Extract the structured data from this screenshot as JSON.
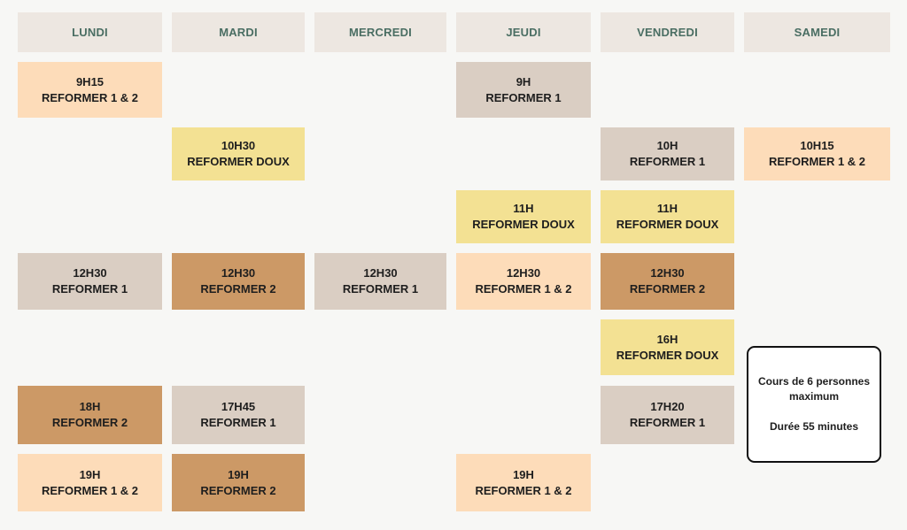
{
  "days": [
    "LUNDI",
    "MARDI",
    "MERCREDI",
    "JEUDI",
    "VENDREDI",
    "SAMEDI"
  ],
  "colors": {
    "peach": "#fddcb9",
    "grey": "#dacec3",
    "yellow": "#f3e193",
    "brown": "#cc9966",
    "day_header": "#ede7e1",
    "day_text": "#4a6e63"
  },
  "classes": {
    "lundi_915": {
      "time": "9H15",
      "name": "REFORMER 1 & 2"
    },
    "jeudi_9": {
      "time": "9H",
      "name": "REFORMER 1"
    },
    "mardi_1030": {
      "time": "10H30",
      "name": "REFORMER DOUX"
    },
    "vendredi_10": {
      "time": "10H",
      "name": "REFORMER 1"
    },
    "samedi_1015": {
      "time": "10H15",
      "name": "REFORMER 1 & 2"
    },
    "jeudi_11": {
      "time": "11H",
      "name": "REFORMER DOUX"
    },
    "vendredi_11": {
      "time": "11H",
      "name": "REFORMER DOUX"
    },
    "lundi_1230": {
      "time": "12H30",
      "name": "REFORMER 1"
    },
    "mardi_1230": {
      "time": "12H30",
      "name": "REFORMER 2"
    },
    "mercredi_1230": {
      "time": "12H30",
      "name": "REFORMER 1"
    },
    "jeudi_1230": {
      "time": "12H30",
      "name": "REFORMER 1 & 2"
    },
    "vendredi_1230": {
      "time": "12H30",
      "name": "REFORMER 2"
    },
    "vendredi_16": {
      "time": "16H",
      "name": "REFORMER DOUX"
    },
    "lundi_18": {
      "time": "18H",
      "name": "REFORMER 2"
    },
    "mardi_1745": {
      "time": "17H45",
      "name": "REFORMER 1"
    },
    "vendredi_1720": {
      "time": "17H20",
      "name": "REFORMER 1"
    },
    "lundi_19": {
      "time": "19H",
      "name": "REFORMER 1 & 2"
    },
    "mardi_19": {
      "time": "19H",
      "name": "REFORMER 2"
    },
    "jeudi_19": {
      "time": "19H",
      "name": "REFORMER 1 & 2"
    }
  },
  "info": {
    "line1": "Cours de 6 personnes",
    "line2": "maximum",
    "line3": "Durée 55 minutes"
  }
}
